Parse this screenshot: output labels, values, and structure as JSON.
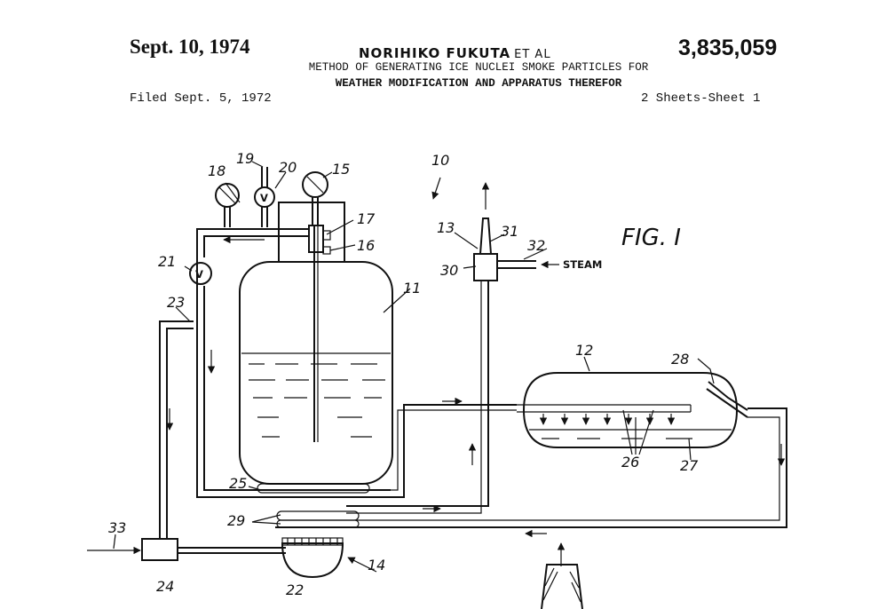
{
  "header": {
    "date": "Sept. 10, 1974",
    "inventor": "NORIHIKO FUKUTA",
    "et_al": "ET AL",
    "patent_number": "3,835,059",
    "title_line1": "METHOD OF GENERATING ICE NUCLEI SMOKE PARTICLES FOR",
    "title_line2": "WEATHER MODIFICATION AND APPARATUS THEREFOR",
    "filed": "Filed Sept. 5, 1972",
    "sheets": "2 Sheets-Sheet 1"
  },
  "figure": {
    "label": "FIG. I",
    "steam_label": "STEAM",
    "valve_mark": "V",
    "ref_numerals": {
      "n10": "10",
      "n11": "11",
      "n12": "12",
      "n13": "13",
      "n14": "14",
      "n15": "15",
      "n16": "16",
      "n17": "17",
      "n18": "18",
      "n19": "19",
      "n20": "20",
      "n21": "21",
      "n22": "22",
      "n23": "23",
      "n24": "24",
      "n25": "25",
      "n26": "26",
      "n27": "27",
      "n28": "28",
      "n29": "29",
      "n30": "30",
      "n31": "31",
      "n32": "32",
      "n33": "33"
    }
  }
}
